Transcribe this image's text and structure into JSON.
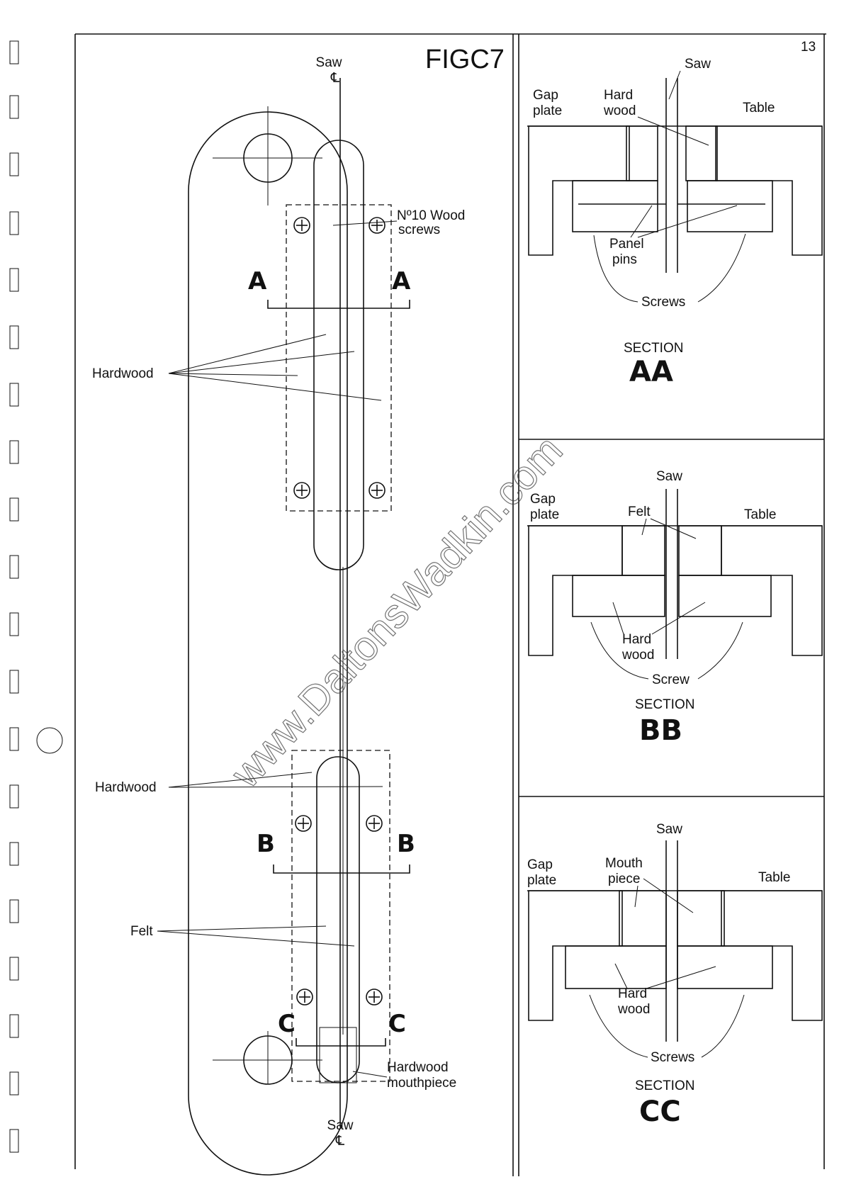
{
  "page_number": "13",
  "figure_title": "FIGC7",
  "watermark": "www.DaltonsWadkin.com",
  "plan": {
    "saw_top": "Saw",
    "saw_bottom": "Saw",
    "centerline_symbol": "℄",
    "wood_screws_line1": "Nº10 Wood",
    "wood_screws_line2": "screws",
    "section_a": "A",
    "section_b": "B",
    "section_c": "C",
    "hardwood_upper": "Hardwood",
    "hardwood_lower": "Hardwood",
    "felt": "Felt",
    "mouthpiece_line1": "Hardwood",
    "mouthpiece_line2": "mouthpiece"
  },
  "section_aa": {
    "saw": "Saw",
    "gap_plate_1": "Gap",
    "gap_plate_2": "plate",
    "hard_wood_1": "Hard",
    "hard_wood_2": "wood",
    "table": "Table",
    "panel_pins_1": "Panel",
    "panel_pins_2": "pins",
    "screws": "Screws",
    "section_word": "SECTION",
    "section_letters": "AA"
  },
  "section_bb": {
    "saw": "Saw",
    "gap_plate_1": "Gap",
    "gap_plate_2": "plate",
    "felt": "Felt",
    "table": "Table",
    "hard_wood_1": "Hard",
    "hard_wood_2": "wood",
    "screw": "Screw",
    "section_word": "SECTION",
    "section_letters": "BB"
  },
  "section_cc": {
    "saw": "Saw",
    "gap_plate_1": "Gap",
    "gap_plate_2": "plate",
    "mouth_piece_1": "Mouth",
    "mouth_piece_2": "piece",
    "table": "Table",
    "hard_wood_1": "Hard",
    "hard_wood_2": "wood",
    "screws": "Screws",
    "section_word": "SECTION",
    "section_letters": "CC"
  }
}
